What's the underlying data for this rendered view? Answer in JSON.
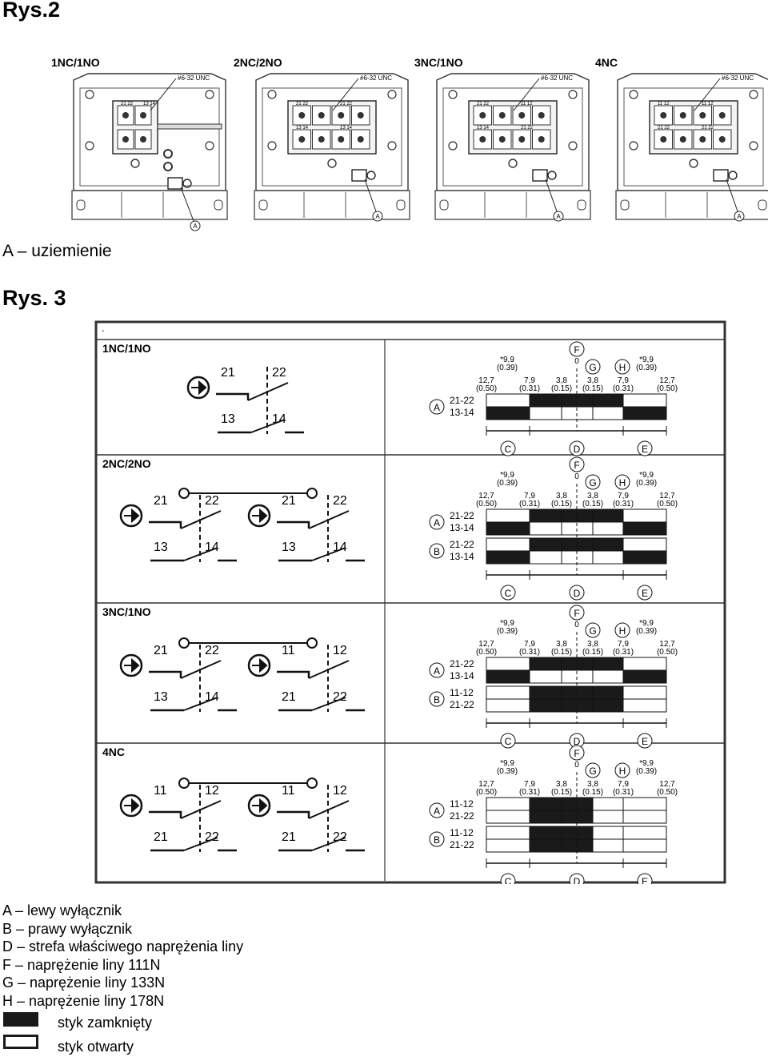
{
  "fig2": {
    "title": "Rys.2",
    "panels": [
      {
        "label": "1NC/1NO",
        "screw": "#6-32 UNC",
        "marker": "A",
        "contacts": [
          "21 22",
          "13 14"
        ]
      },
      {
        "label": "2NC/2NO",
        "screw": "#6-32 UNC",
        "marker": "A",
        "contacts": [
          "21 22",
          "21 22",
          "13 14",
          "13 14"
        ]
      },
      {
        "label": "3NC/1NO",
        "screw": "#6-32 UNC",
        "marker": "A",
        "contacts": [
          "21 22",
          "11 12",
          "13 14",
          "21 22"
        ]
      },
      {
        "label": "4NC",
        "screw": "#6-32 UNC",
        "marker": "A",
        "contacts": [
          "11 12",
          "11 12",
          "21 22",
          "21 22"
        ]
      }
    ],
    "caption": "A – uziemienie"
  },
  "fig3": {
    "title": "Rys. 3",
    "dot": ".",
    "scale": {
      "F": "F",
      "F0": "0",
      "G": "G",
      "H": "H",
      "top_left": "*9,9",
      "top_left_in": "(0.39)",
      "top_right": "*9,9",
      "top_right_in": "(0.39)",
      "ticks": [
        "12,7",
        "7,9",
        "3,8",
        "3,8",
        "7,9",
        "12,7"
      ],
      "ticks_in": [
        "(0.50)",
        "(0.31)",
        "(0.15)",
        "(0.15)",
        "(0.31)",
        "(0.50)"
      ],
      "C": "C",
      "D": "D",
      "E": "E"
    },
    "rows": [
      {
        "name": "1NC/1NO",
        "switches": [
          {
            "letter": "A",
            "lines": [
              "21-22",
              "13-14"
            ]
          }
        ]
      },
      {
        "name": "2NC/2NO",
        "switches": [
          {
            "letter": "A",
            "lines": [
              "21-22",
              "13-14"
            ]
          },
          {
            "letter": "B",
            "lines": [
              "21-22",
              "13-14"
            ]
          }
        ]
      },
      {
        "name": "3NC/1NO",
        "switches": [
          {
            "letter": "A",
            "lines": [
              "21-22",
              "13-14"
            ]
          },
          {
            "letter": "B",
            "lines": [
              "11-12",
              "21-22"
            ]
          }
        ]
      },
      {
        "name": "4NC",
        "switches": [
          {
            "letter": "A",
            "lines": [
              "11-12",
              "21-22"
            ]
          },
          {
            "letter": "B",
            "lines": [
              "11-12",
              "21-22"
            ]
          }
        ]
      }
    ],
    "schematics": {
      "r1": [
        {
          "nc": [
            "21",
            "22"
          ],
          "no": [
            "13",
            "14"
          ]
        }
      ],
      "r2": [
        {
          "nc": [
            "21",
            "22"
          ],
          "no": [
            "13",
            "14"
          ]
        },
        {
          "nc": [
            "21",
            "22"
          ],
          "no": [
            "13",
            "14"
          ]
        }
      ],
      "r3": [
        {
          "nc": [
            "21",
            "22"
          ],
          "no": [
            "13",
            "14"
          ]
        },
        {
          "nc": [
            "11",
            "12"
          ],
          "no": [
            "21",
            "22"
          ]
        }
      ],
      "r4": [
        {
          "nc": [
            "11",
            "12"
          ],
          "no": [
            "21",
            "22"
          ]
        },
        {
          "nc": [
            "11",
            "12"
          ],
          "no": [
            "21",
            "22"
          ]
        }
      ]
    }
  },
  "legend": {
    "lines": [
      "A – lewy wyłącznik",
      "B – prawy wyłącznik",
      "D – strefa właściwego naprężenia liny",
      "F – naprężenie liny 111N",
      "G – naprężenie liny 133N",
      "H – naprężenie liny 178N"
    ],
    "closed": "styk zamknięty",
    "open": "styk otwarty",
    "closed_color": "#1a1a1a",
    "open_color": "#ffffff"
  }
}
